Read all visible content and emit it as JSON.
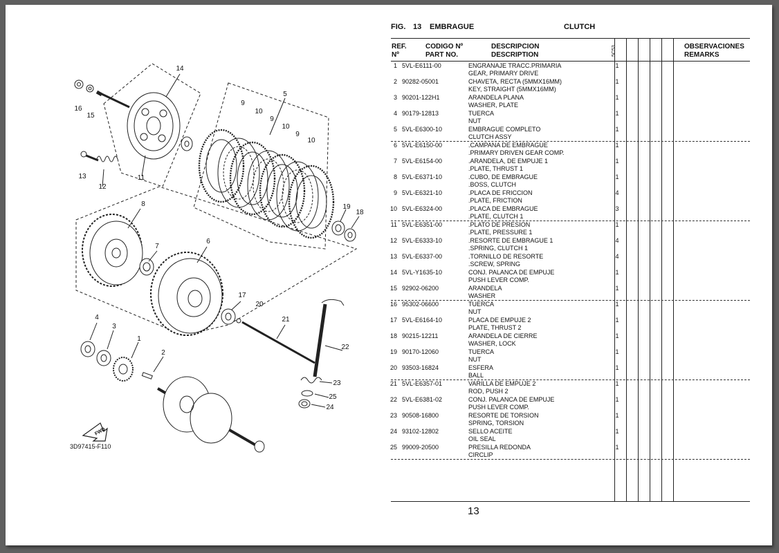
{
  "figure": {
    "fig_label": "FIG.",
    "fig_number": "13",
    "title_es": "EMBRAGUE",
    "title_en": "CLUTCH",
    "diagram_code": "3D97415-F110",
    "fwd_label": "FWD",
    "callouts": [
      "14",
      "16",
      "15",
      "5",
      "9",
      "10",
      "10",
      "9",
      "10",
      "9",
      "13",
      "12",
      "11",
      "8",
      "19",
      "18",
      "7",
      "6",
      "17",
      "20",
      "21",
      "22",
      "4",
      "3",
      "1",
      "2",
      "23",
      "25",
      "24"
    ]
  },
  "table": {
    "headers": {
      "ref_line1": "REF.",
      "ref_line2": "Nº",
      "code_line1": "CODIGO Nº",
      "code_line2": "PART NO.",
      "desc_line1": "DESCRIPCION",
      "desc_line2": "DESCRIPTION",
      "qty": "5C53",
      "obs_line1": "OBSERVACIONES",
      "obs_line2": "REMARKS"
    },
    "rows": [
      {
        "ref": "1",
        "code": "5VL-E6111-00",
        "desc_es": "ENGRANAJE  TRACC.PRIMARIA",
        "desc_en": "GEAR, PRIMARY DRIVE",
        "qty": "1"
      },
      {
        "ref": "2",
        "code": "90282-05001",
        "desc_es": "CHAVETA, RECTA (5MMX16MM)",
        "desc_en": "KEY, STRAIGHT (5MMX16MM)",
        "qty": "1"
      },
      {
        "ref": "3",
        "code": "90201-122H1",
        "desc_es": "ARANDELA PLANA",
        "desc_en": "WASHER, PLATE",
        "qty": "1"
      },
      {
        "ref": "4",
        "code": "90179-12813",
        "desc_es": "TUERCA",
        "desc_en": "NUT",
        "qty": "1"
      },
      {
        "ref": "5",
        "code": "5VL-E6300-10",
        "desc_es": "EMBRAGUE COMPLETO",
        "desc_en": "CLUTCH ASSY",
        "qty": "1"
      },
      {
        "ref": "6",
        "code": "5VL-E6150-00",
        "desc_es": ".CAMPANA DE EMBRAGUE",
        "desc_en": ".PRIMARY DRIVEN GEAR COMP.",
        "qty": "1"
      },
      {
        "ref": "7",
        "code": "5VL-E6154-00",
        "desc_es": ".ARANDELA, DE EMPUJE 1",
        "desc_en": ".PLATE, THRUST 1",
        "qty": "1"
      },
      {
        "ref": "8",
        "code": "5VL-E6371-10",
        "desc_es": ".CUBO, DE EMBRAGUE",
        "desc_en": ".BOSS, CLUTCH",
        "qty": "1"
      },
      {
        "ref": "9",
        "code": "5VL-E6321-10",
        "desc_es": ".PLACA  DE FRICCION",
        "desc_en": ".PLATE, FRICTION",
        "qty": "4"
      },
      {
        "ref": "10",
        "code": "5VL-E6324-00",
        "desc_es": ".PLACA  DE EMBRAGUE",
        "desc_en": ".PLATE, CLUTCH 1",
        "qty": "3"
      },
      {
        "ref": "11",
        "code": "5VL-E6351-00",
        "desc_es": ".PLATO  DE PRESION",
        "desc_en": ".PLATE, PRESSURE 1",
        "qty": "1"
      },
      {
        "ref": "12",
        "code": "5VL-E6333-10",
        "desc_es": ".RESORTE  DE EMBRAGUE 1",
        "desc_en": ".SPRING, CLUTCH 1",
        "qty": "4"
      },
      {
        "ref": "13",
        "code": "5VL-E6337-00",
        "desc_es": ".TORNILLO  DE RESORTE",
        "desc_en": ".SCREW, SPRING",
        "qty": "4"
      },
      {
        "ref": "14",
        "code": "5VL-Y1635-10",
        "desc_es": "CONJ. PALANCA DE EMPUJE",
        "desc_en": "PUSH LEVER COMP.",
        "qty": "1"
      },
      {
        "ref": "15",
        "code": "92902-06200",
        "desc_es": "ARANDELA",
        "desc_en": "WASHER",
        "qty": "1"
      },
      {
        "ref": "16",
        "code": "95302-06600",
        "desc_es": "TUERCA",
        "desc_en": "NUT",
        "qty": "1"
      },
      {
        "ref": "17",
        "code": "5VL-E6164-10",
        "desc_es": "PLACA  DE EMPUJE 2",
        "desc_en": "PLATE, THRUST 2",
        "qty": "1"
      },
      {
        "ref": "18",
        "code": "90215-12211",
        "desc_es": "ARANDELA  DE CIERRE",
        "desc_en": "WASHER, LOCK",
        "qty": "1"
      },
      {
        "ref": "19",
        "code": "90170-12060",
        "desc_es": "TUERCA",
        "desc_en": "NUT",
        "qty": "1"
      },
      {
        "ref": "20",
        "code": "93503-16824",
        "desc_es": "ESFERA",
        "desc_en": "BALL",
        "qty": "1"
      },
      {
        "ref": "21",
        "code": "5VL-E6357-01",
        "desc_es": "VARILLA  DE EMPUJE 2",
        "desc_en": "ROD, PUSH 2",
        "qty": "1"
      },
      {
        "ref": "22",
        "code": "5VL-E6381-02",
        "desc_es": "CONJ. PALANCA DE EMPUJE",
        "desc_en": "PUSH LEVER COMP.",
        "qty": "1"
      },
      {
        "ref": "23",
        "code": "90508-16800",
        "desc_es": "RESORTE  DE TORSION",
        "desc_en": "SPRING, TORSION",
        "qty": "1"
      },
      {
        "ref": "24",
        "code": "93102-12802",
        "desc_es": "SELLO ACEITE",
        "desc_en": "OIL SEAL",
        "qty": "1"
      },
      {
        "ref": "25",
        "code": "99009-20500",
        "desc_es": "PRESILLA REDONDA",
        "desc_en": "CIRCLIP",
        "qty": "1"
      }
    ]
  },
  "page_number": "13"
}
